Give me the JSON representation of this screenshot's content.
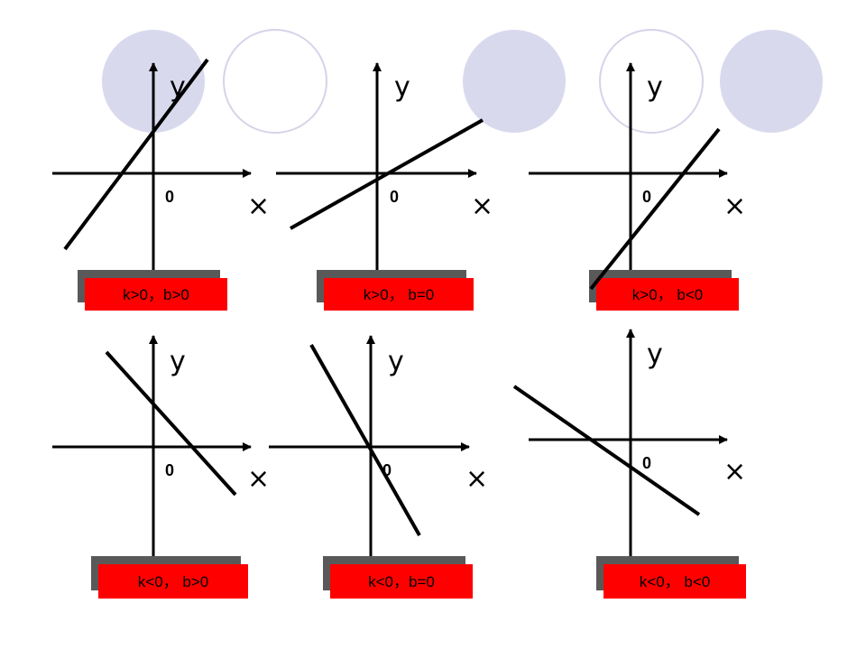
{
  "decor_colors": {
    "fill": "#d9d9ee",
    "ring": "#d4d4ea"
  },
  "colors": {
    "tag": "#ff0000",
    "tag_shadow": "#595959",
    "line": "#000000"
  },
  "panels": [
    {
      "y_label": "y",
      "x_label": "×",
      "origin": "0",
      "condition": "k>0，b>0",
      "line_desc": "rising, positive intercept"
    },
    {
      "y_label": "y",
      "x_label": "×",
      "origin": "0",
      "condition": "k>0， b=0",
      "line_desc": "rising, through origin"
    },
    {
      "y_label": "y",
      "x_label": "×",
      "origin": "0",
      "condition": "k>0，  b<0",
      "line_desc": "rising, negative intercept"
    },
    {
      "y_label": "y",
      "x_label": "×",
      "origin": "0",
      "condition": "k<0， b>0",
      "line_desc": "falling, positive intercept"
    },
    {
      "y_label": "y",
      "x_label": "×",
      "origin": "0",
      "condition": "k<0，b=0",
      "line_desc": "falling, through origin"
    },
    {
      "y_label": "y",
      "x_label": "×",
      "origin": "0",
      "condition": "k<0， b<0",
      "line_desc": "falling, negative intercept"
    }
  ]
}
